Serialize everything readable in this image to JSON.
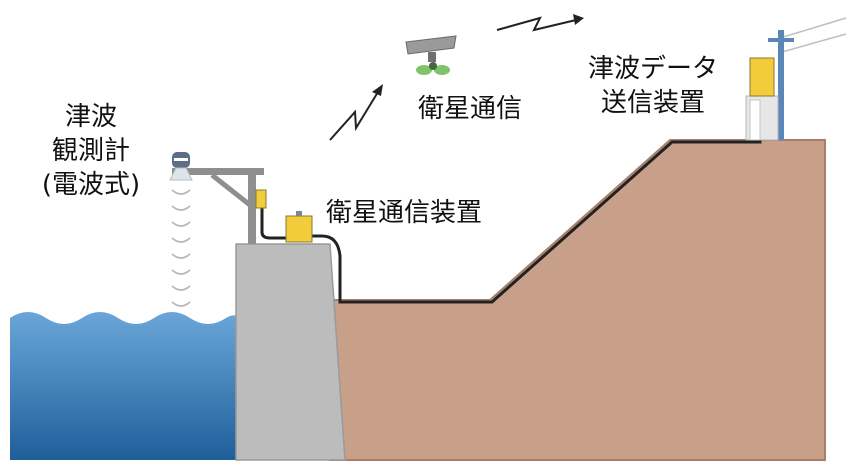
{
  "labels": {
    "tsunami_gauge": [
      "津波",
      "観測計",
      "(電波式)"
    ],
    "satellite": "衛星通信",
    "satellite_device": "衛星通信装置",
    "tsunami_transmitter": [
      "津波データ",
      "送信装置"
    ]
  },
  "colors": {
    "sea_top": "#6aa6d9",
    "sea_bottom": "#1f5f9a",
    "seawall": "#bcbcbc",
    "ground": "#c8a08a",
    "ground_edge": "#a6806a",
    "box": "#f2cc3a",
    "pole": "#8f8f8f",
    "cable": "#222222",
    "telephone_pole": "#5b86b8"
  },
  "icons": {
    "satellite": "satellite-icon",
    "lightning": "lightning-bolt-icon",
    "sensor": "radar-sensor-icon",
    "radio_waves": "radio-wave-icon",
    "utility_pole": "utility-pole-icon"
  }
}
